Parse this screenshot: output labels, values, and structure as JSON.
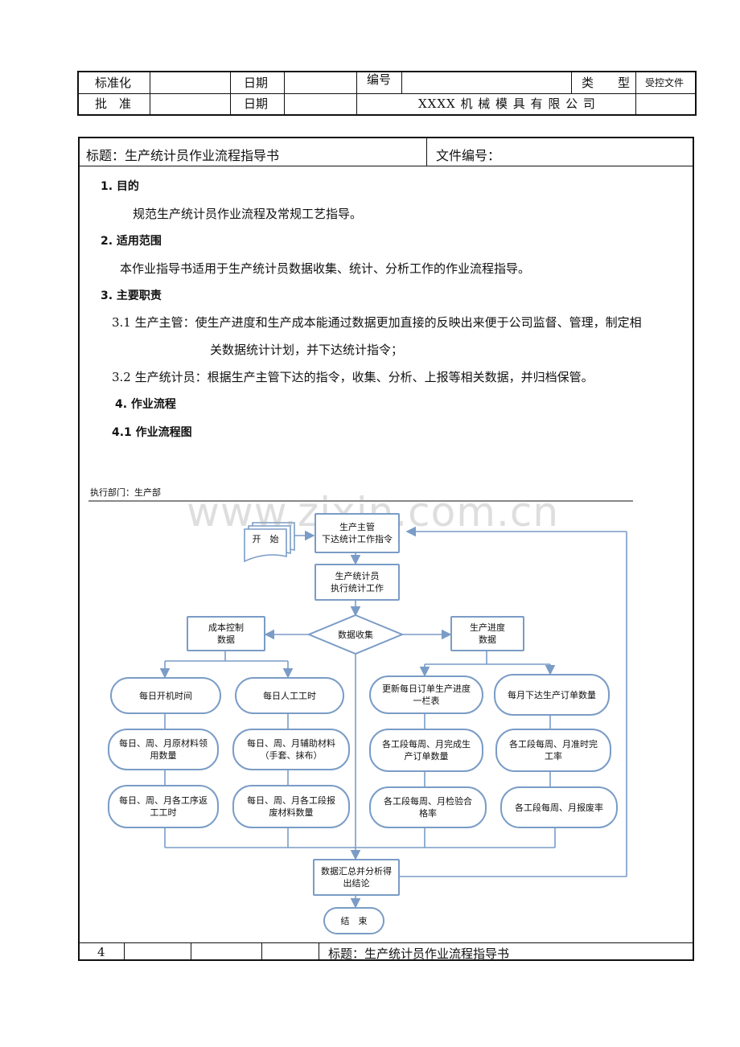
{
  "header": {
    "r1_standardize": "标准化",
    "r1_date": "日期",
    "r1_number": "编号",
    "r1_type": "类　　型",
    "r1_controlled": "受控文件",
    "r2_approve": "批　准",
    "r2_date": "日期",
    "r2_company": "XXXX 机 械 模 具 有 限 公 司"
  },
  "doc": {
    "title": "标题：生产统计员作业流程指导书",
    "file_no": "文件编号：",
    "s1_heading": "1.  目的",
    "s1_body": "规范生产统计员作业流程及常规工艺指导。",
    "s2_heading": "2.  适用范围",
    "s2_body": "本作业指导书适用于生产统计员数据收集、统计、分析工作的作业流程指导。",
    "s3_heading": "3.  主要职责",
    "s31_line1": "3.1  生产主管：使生产进度和生产成本能通过数据更加直接的反映出来便于公司监督、管理，制定相",
    "s31_line2": "关数据统计计划，并下达统计指令；",
    "s32": "3.2  生产统计员：根据生产主管下达的指令，收集、分析、上报等相关数据，并归档保管。",
    "s4_heading": "4.  作业流程",
    "s41_heading": "4.1 作业流程图"
  },
  "flow": {
    "dept": "执行部门：生产部",
    "start": "开　始",
    "manager_l1": "生产主管",
    "manager_l2": "下达统计工作指令",
    "clerk_l1": "生产统计员",
    "clerk_l2": "执行统计工作",
    "collect": "数据收集",
    "cost_l1": "成本控制",
    "cost_l2": "数据",
    "progress_l1": "生产进度",
    "progress_l2": "数据",
    "c1r1": "每日开机时间",
    "c1r2_l1": "每日、周、月原材料领",
    "c1r2_l2": "用数量",
    "c1r3_l1": "每日、周、月各工序返",
    "c1r3_l2": "工工时",
    "c2r1": "每日人工工时",
    "c2r2_l1": "每日、周、月辅助材料",
    "c2r2_l2": "（手套、抹布）",
    "c2r3_l1": "每日、周、月各工段报",
    "c2r3_l2": "废材料数量",
    "c3r1_l1": "更新每日订单生产进度",
    "c3r1_l2": "一栏表",
    "c3r2_l1": "各工段每周、月完成生",
    "c3r2_l2": "产订单数量",
    "c3r3_l1": "各工段每周、月检验合",
    "c3r3_l2": "格率",
    "c4r1": "每月下达生产订单数量",
    "c4r2_l1": "各工段每周、月准时完",
    "c4r2_l2": "工率",
    "c4r3": "各工段每周、月报废率",
    "summary_l1": "数据汇总并分析得",
    "summary_l2": "出结论",
    "end": "结　束"
  },
  "footer": {
    "page": "4",
    "title": "标题：生产统计员作业流程指导书"
  },
  "watermark": "www.zixin.com.cn",
  "colors": {
    "flow_border": "#7a9cc6",
    "line": "#111111"
  }
}
